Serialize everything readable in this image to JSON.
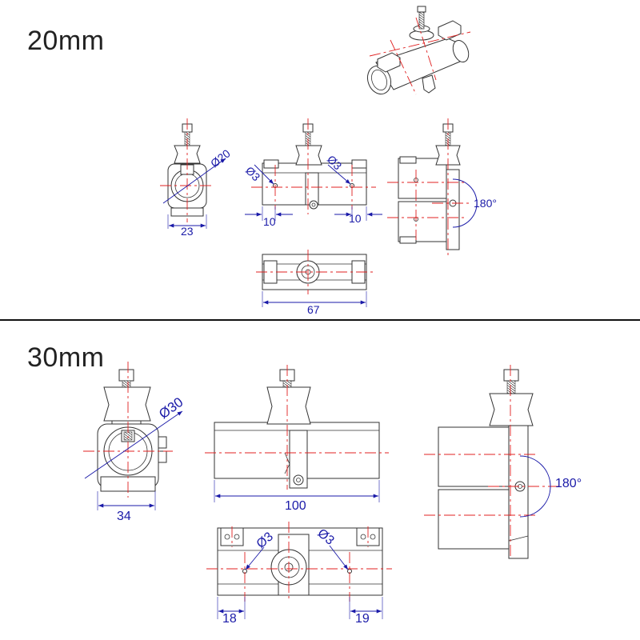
{
  "sections": [
    {
      "title": "20mm"
    },
    {
      "title": "30mm"
    }
  ],
  "labels20": {
    "diameter": "Ø20",
    "hole_left": "Ø3",
    "hole_right": "Ø3",
    "width_end": "23",
    "offset_left": "10",
    "offset_right": "10",
    "angle": "180°",
    "length": "67"
  },
  "labels30": {
    "diameter": "Ø30",
    "width_end": "34",
    "length": "100",
    "angle": "180°",
    "hole_left": "Ø3",
    "hole_right": "Ø3",
    "offset_left": "18",
    "offset_right": "19"
  },
  "colors": {
    "dimension": "#1a1aa8",
    "centerline": "#e02020",
    "outline": "#333333",
    "divider": "#111111"
  }
}
